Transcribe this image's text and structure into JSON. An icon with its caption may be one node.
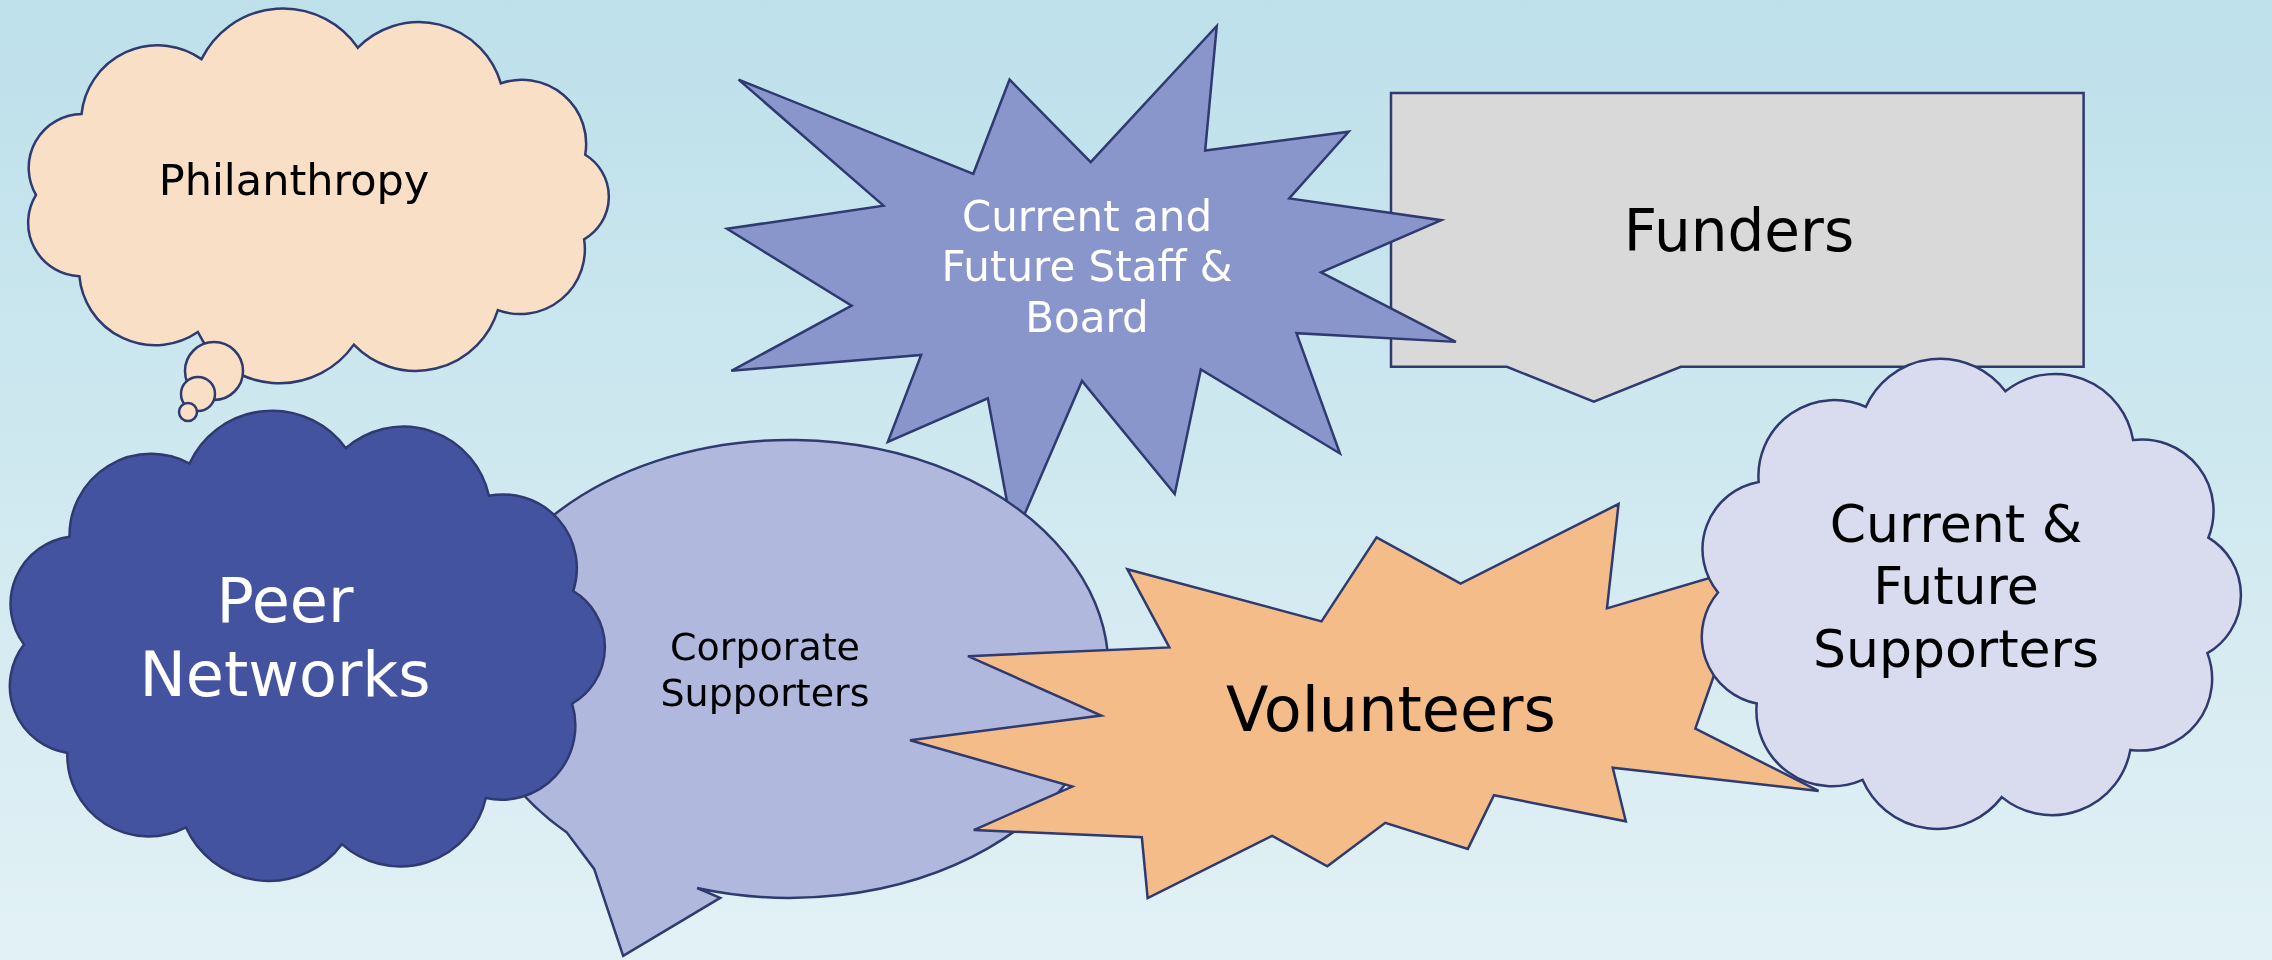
{
  "diagram": {
    "nodes": [
      {
        "text": [
          "Philanthropy"
        ]
      },
      {
        "text": [
          "Current and Future Staff & Board"
        ]
      },
      {
        "text": [
          "Funders"
        ]
      },
      {
        "text": [
          "Peer Networks"
        ]
      },
      {
        "text": [
          "Corporate Supporters"
        ]
      },
      {
        "text": [
          "Volunteers"
        ]
      },
      {
        "text": [
          "Current & Future Supporters"
        ]
      }
    ]
  }
}
